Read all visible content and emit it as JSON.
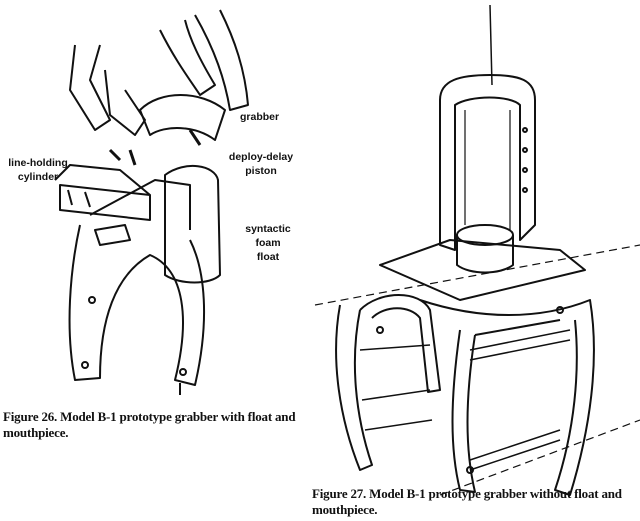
{
  "figure26": {
    "labels": {
      "line_holding": [
        "line-holding",
        "cylinder"
      ],
      "grabber": "grabber",
      "deploy_delay": [
        "deploy-delay",
        "piston"
      ],
      "float": [
        "syntactic",
        "foam",
        "float"
      ]
    },
    "caption": [
      "Figure 26. Model B-1 prototype grabber with float and",
      "mouthpiece."
    ]
  },
  "figure27": {
    "caption": [
      "Figure 27. Model B-1 prototype grabber without float and",
      "mouthpiece."
    ]
  }
}
